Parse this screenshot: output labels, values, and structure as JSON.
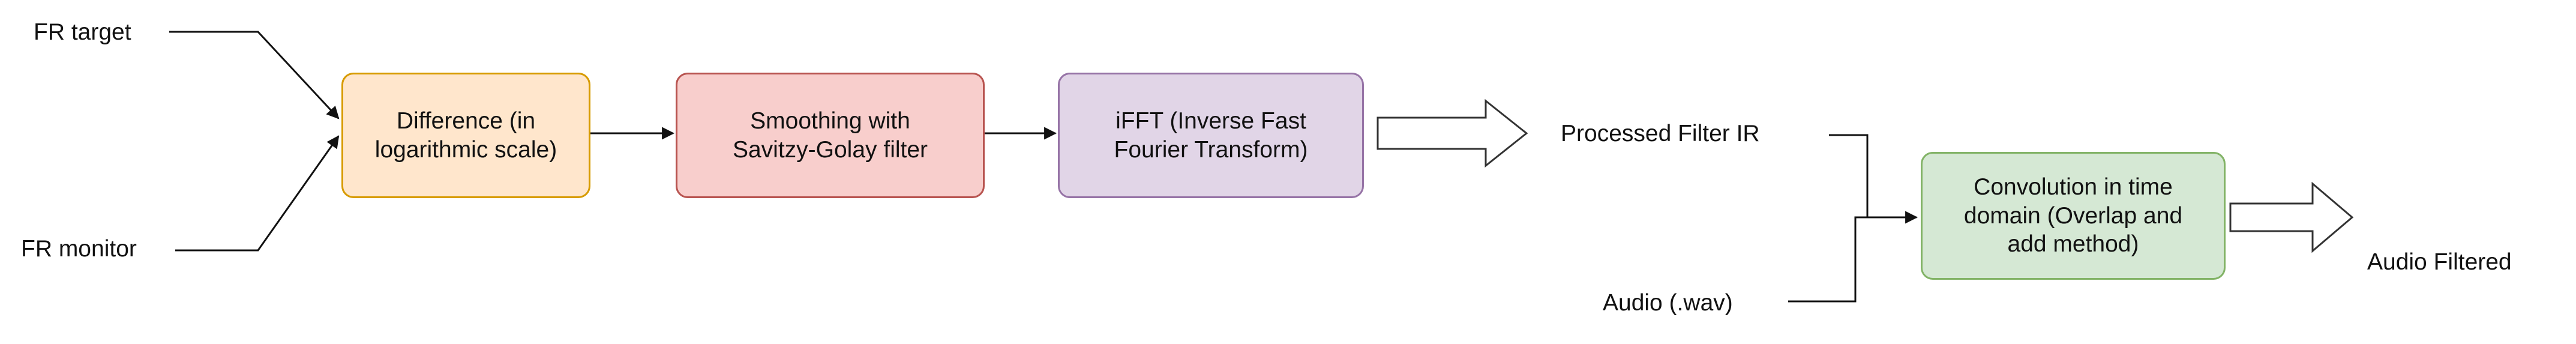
{
  "inputs": {
    "fr_target": "FR target",
    "fr_monitor": "FR monitor",
    "processed_filter_ir": "Processed Filter IR",
    "audio_wav": "Audio (.wav)",
    "audio_filtered": "Audio Filtered"
  },
  "boxes": {
    "difference": {
      "lines": [
        "Difference (in",
        "logarithmic scale)"
      ],
      "fill": "#ffe6cc",
      "stroke": "#d79b00"
    },
    "smoothing": {
      "lines": [
        "Smoothing with",
        "Savitzy-Golay filter"
      ],
      "fill": "#f8cecc",
      "stroke": "#b85450"
    },
    "ifft": {
      "lines": [
        "iFFT (Inverse Fast",
        "Fourier Transform)"
      ],
      "fill": "#e1d5e7",
      "stroke": "#9673a6"
    },
    "convolution": {
      "lines": [
        "Convolution in time",
        "domain (Overlap and",
        "add method)"
      ],
      "fill": "#d5e8d4",
      "stroke": "#82b366"
    }
  },
  "colors": {
    "line": "#111111",
    "hollow_arrow_stroke": "#333333"
  }
}
